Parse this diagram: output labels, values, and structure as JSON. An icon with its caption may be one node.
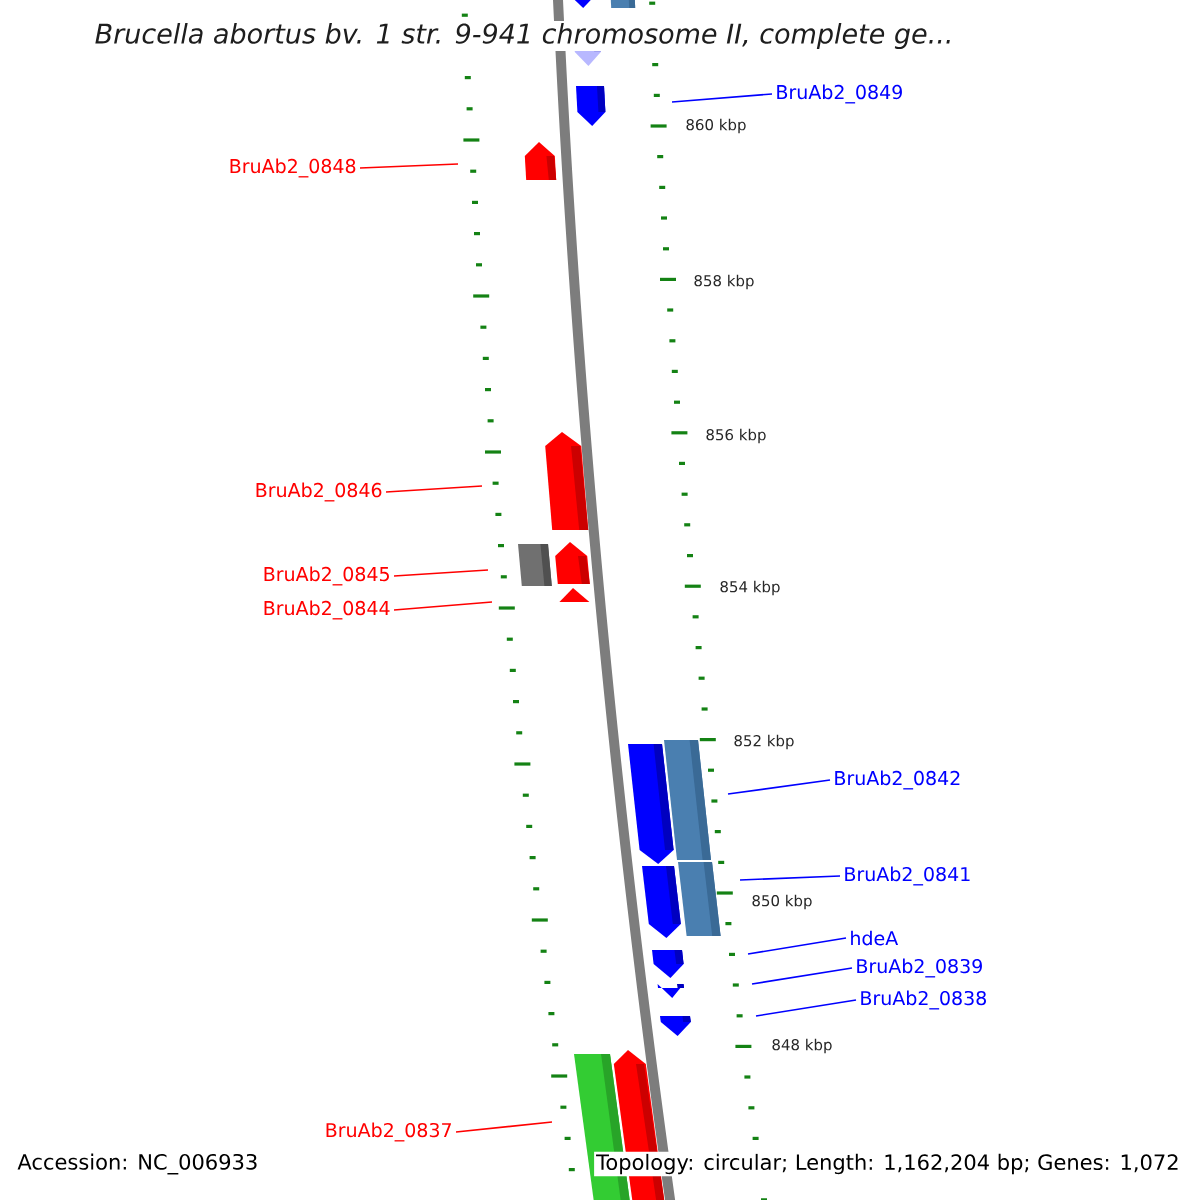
{
  "diagram": {
    "title": "Brucella abortus bv. 1 str. 9-941 chromosome II, complete ge...",
    "nodes": [
      {
        "text": [
          "BruAb2_0849"
        ]
      },
      {
        "text": [
          "BruAb2_0848"
        ]
      },
      {
        "text": [
          "BruAb2_0846"
        ]
      },
      {
        "text": [
          "BruAb2_0845"
        ]
      },
      {
        "text": [
          "BruAb2_0844"
        ]
      },
      {
        "text": [
          "BruAb2_0842"
        ]
      },
      {
        "text": [
          "BruAb2_0841"
        ]
      },
      {
        "text": [
          "hdeA"
        ]
      },
      {
        "text": [
          "BruAb2_0839"
        ]
      },
      {
        "text": [
          "BruAb2_0838"
        ]
      },
      {
        "text": [
          "BruAb2_0837"
        ]
      }
    ],
    "edges": [
      {
        "from": 0,
        "to": null,
        "arrow": "none"
      },
      {
        "from": 1,
        "to": null,
        "arrow": "none",
        "color": "#ff0000"
      },
      {
        "from": 2,
        "to": null,
        "arrow": "none",
        "color": "#ff0000"
      },
      {
        "from": 3,
        "to": null,
        "arrow": "none",
        "color": "#ff0000"
      },
      {
        "from": 4,
        "to": null,
        "arrow": "none",
        "color": "#ff0000"
      },
      {
        "from": 5,
        "to": null,
        "arrow": "none"
      },
      {
        "from": 6,
        "to": null,
        "arrow": "none"
      },
      {
        "from": 7,
        "to": null,
        "arrow": "none"
      },
      {
        "from": 8,
        "to": null,
        "arrow": "none"
      },
      {
        "from": 9,
        "to": null,
        "arrow": "none"
      },
      {
        "from": 10,
        "to": null,
        "arrow": "none",
        "color": "#ff0000"
      }
    ],
    "labels": [
      "860 kbp",
      "858 kbp",
      "856 kbp",
      "854 kbp",
      "852 kbp",
      "850 kbp",
      "848 kbp",
      "Accession: NC_006933",
      "Topology: circular; Length: 1,162,204 bp; Genes: 1,072"
    ]
  }
}
